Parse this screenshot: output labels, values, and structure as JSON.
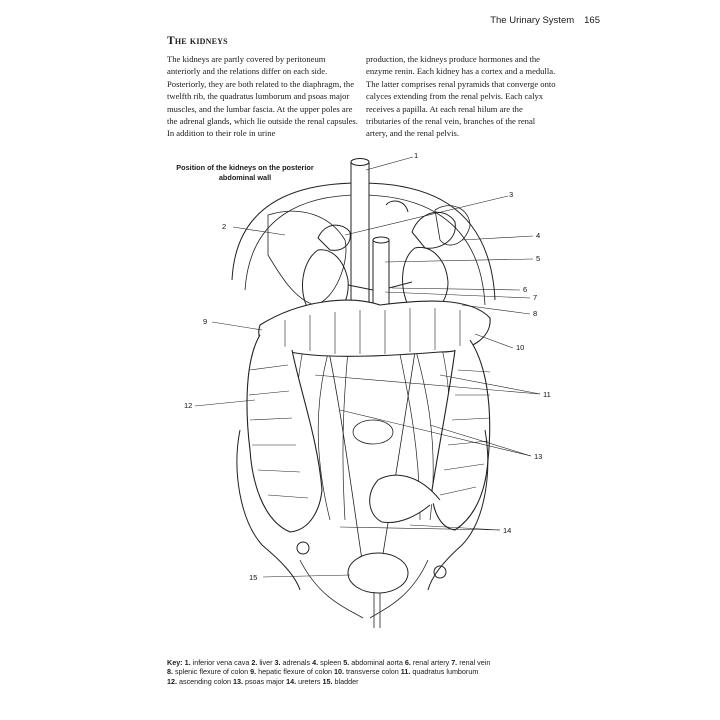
{
  "header": {
    "running_title": "The Urinary System",
    "page_number": "165"
  },
  "section_title": "The kidneys",
  "body": {
    "col1": "The kidneys are partly covered by peritoneum anteriorly and the relations differ on each side. Posteriorly, they are both related to the diaphragm, the twelfth rib, the quadratus lumborum and psoas major muscles, and the lumbar fascia. At the upper poles are the adrenal glands, which lie outside the renal capsules. In addition to their role in urine",
    "col2": "production, the kidneys produce hormones and the enzyme renin. Each kidney has a cortex and a medulla. The latter comprises renal pyramids that converge onto calyces extending from the renal pelvis. Each calyx receives a papilla. At each renal hilum are the tributaries of the renal vein, branches of the renal artery, and the renal pelvis."
  },
  "figure": {
    "caption": "Position of the kidneys on the posterior abdominal wall",
    "labels": [
      "1",
      "2",
      "3",
      "4",
      "5",
      "6",
      "7",
      "8",
      "9",
      "10",
      "11",
      "12",
      "13",
      "14",
      "15"
    ]
  },
  "key": {
    "title": "Key:",
    "items": [
      {
        "n": "1.",
        "t": "inferior vena cava"
      },
      {
        "n": "2.",
        "t": "liver"
      },
      {
        "n": "3.",
        "t": "adrenals"
      },
      {
        "n": "4.",
        "t": "spleen"
      },
      {
        "n": "5.",
        "t": "abdominal aorta"
      },
      {
        "n": "6.",
        "t": "renal artery"
      },
      {
        "n": "7.",
        "t": "renal vein"
      },
      {
        "n": "8.",
        "t": "splenic flexure of colon"
      },
      {
        "n": "9.",
        "t": "hepatic flexure of colon"
      },
      {
        "n": "10.",
        "t": "transverse colon"
      },
      {
        "n": "11.",
        "t": "quadratus lumborum"
      },
      {
        "n": "12.",
        "t": "ascending colon"
      },
      {
        "n": "13.",
        "t": "psoas major"
      },
      {
        "n": "14.",
        "t": "ureters"
      },
      {
        "n": "15.",
        "t": "bladder"
      }
    ]
  }
}
